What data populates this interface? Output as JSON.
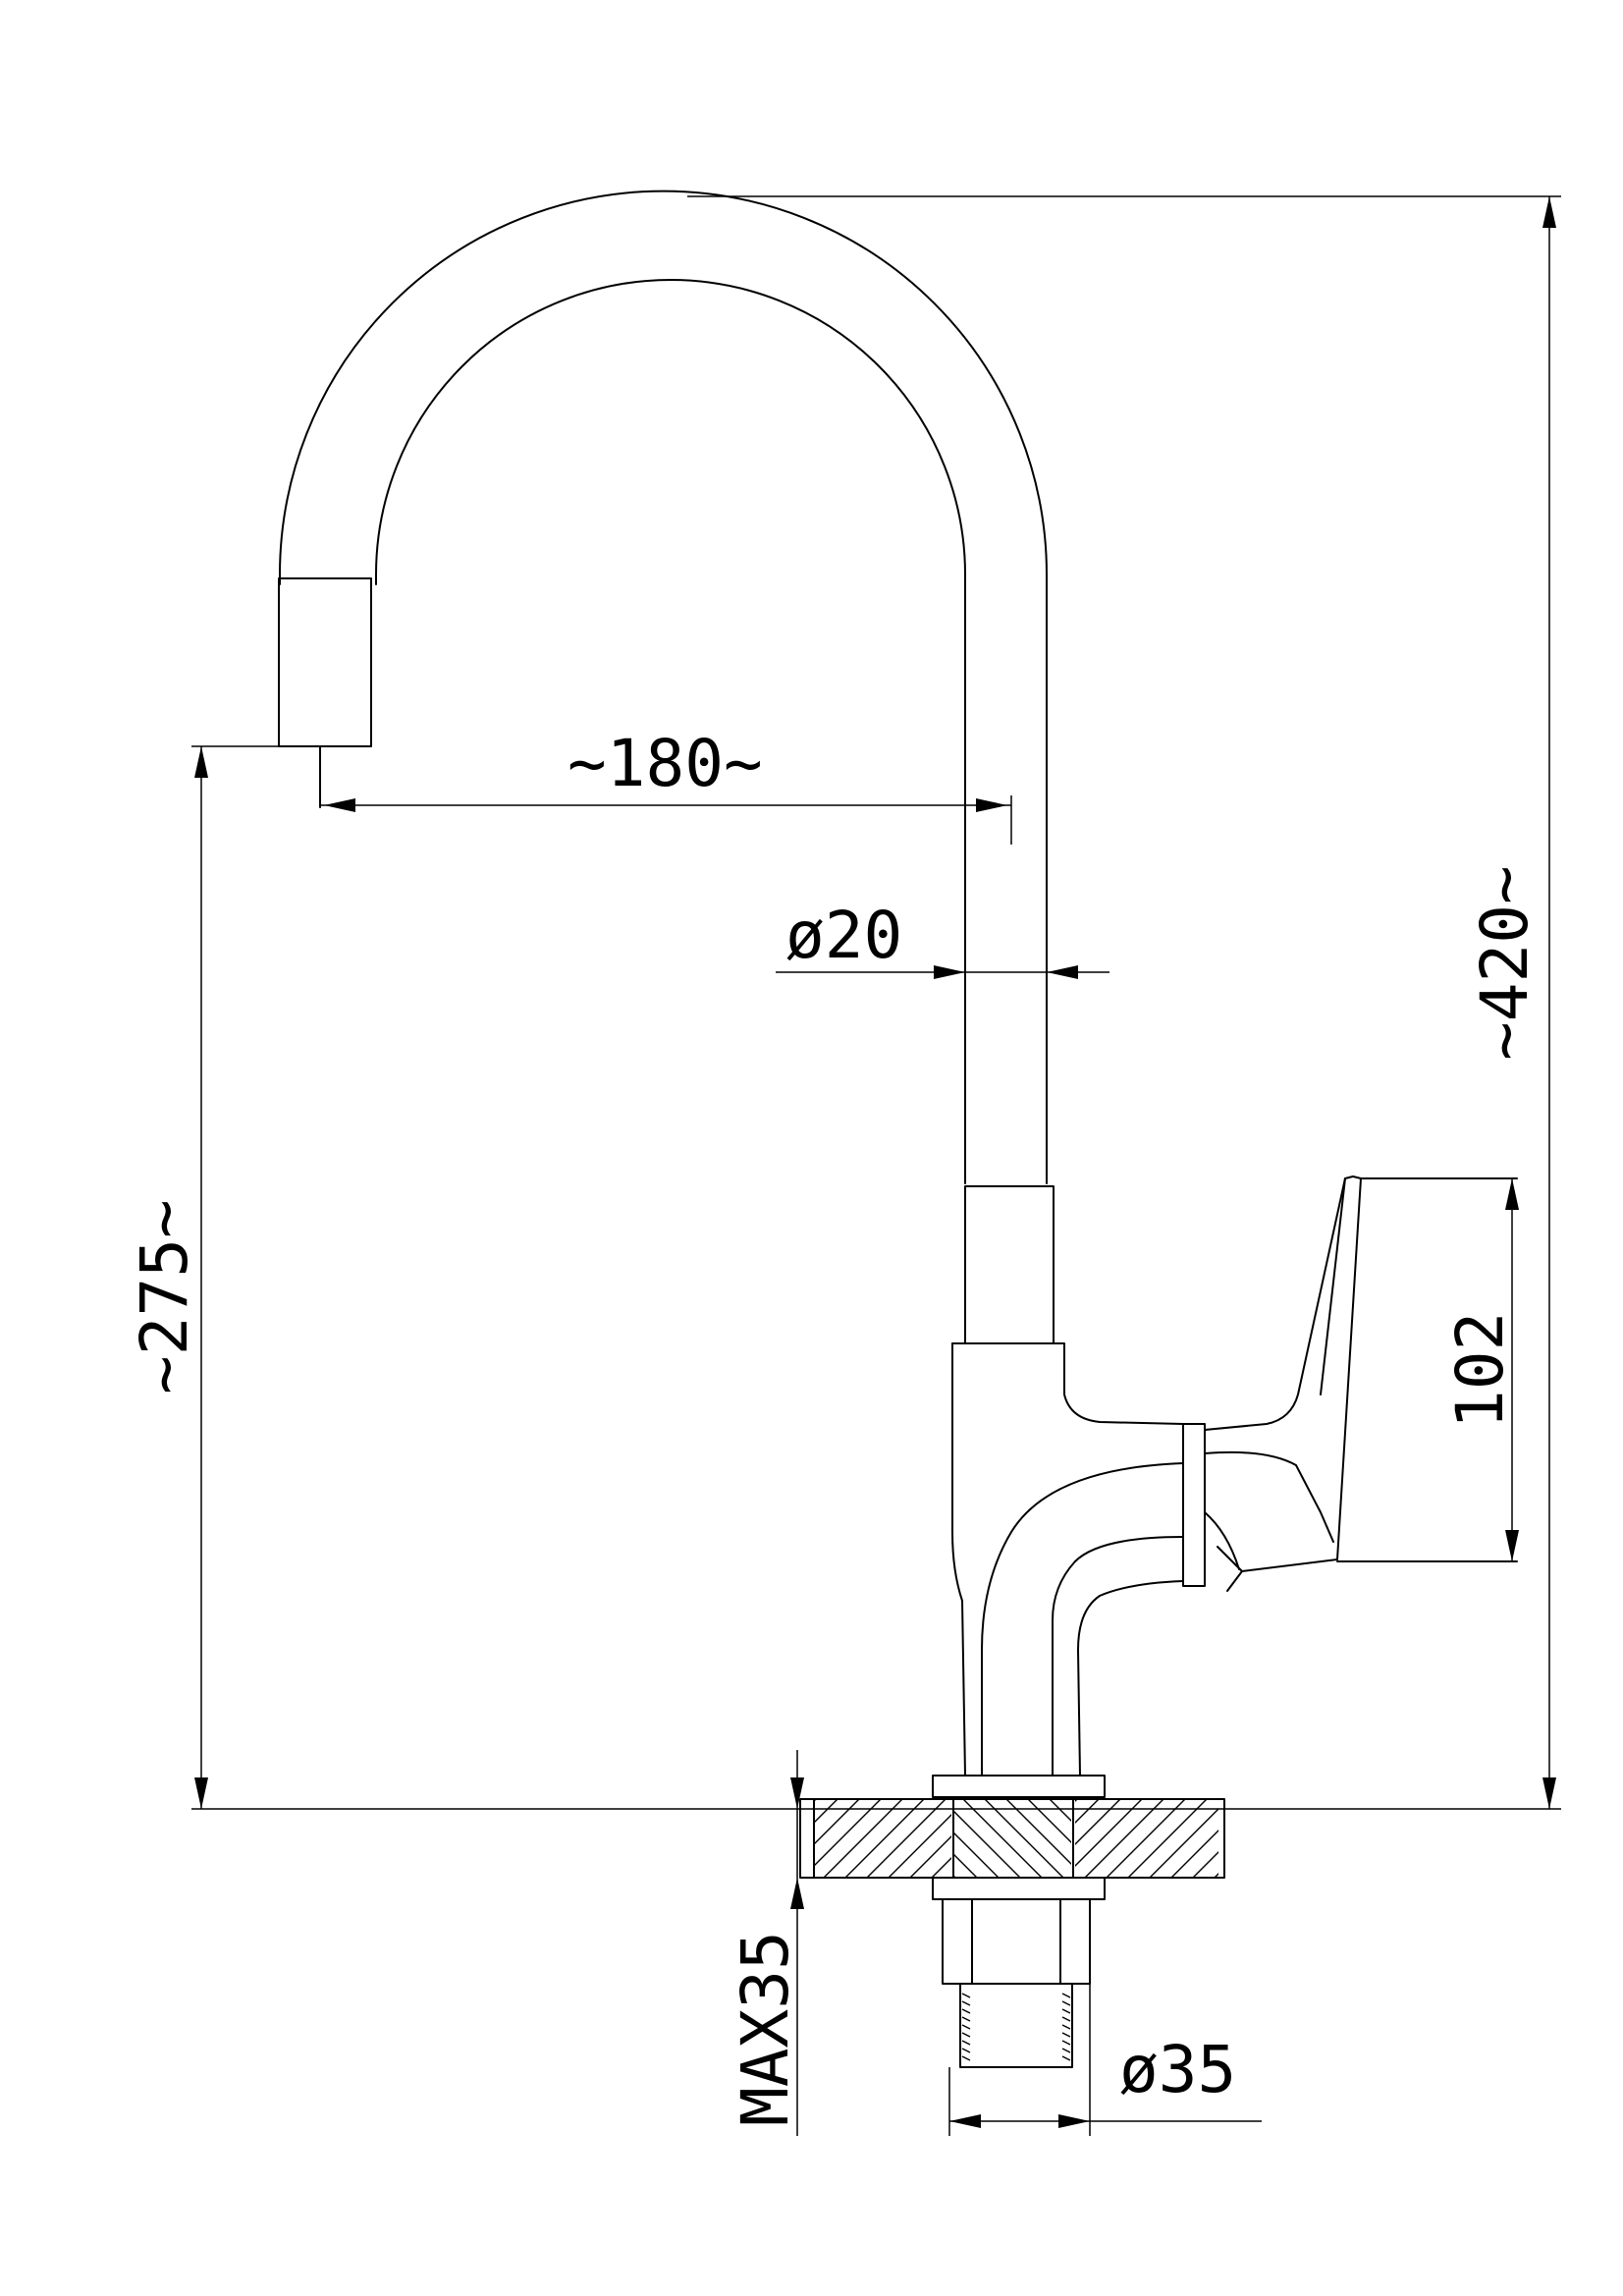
{
  "dimensions": {
    "spout_reach": "~180~",
    "spout_diameter": "ø20",
    "total_height": "~420~",
    "spout_height": "~275~",
    "handle_height": "102",
    "max_mount_thickness": "MAX35",
    "mount_diameter": "ø35"
  },
  "colors": {
    "line": "#000000",
    "background": "#ffffff"
  }
}
